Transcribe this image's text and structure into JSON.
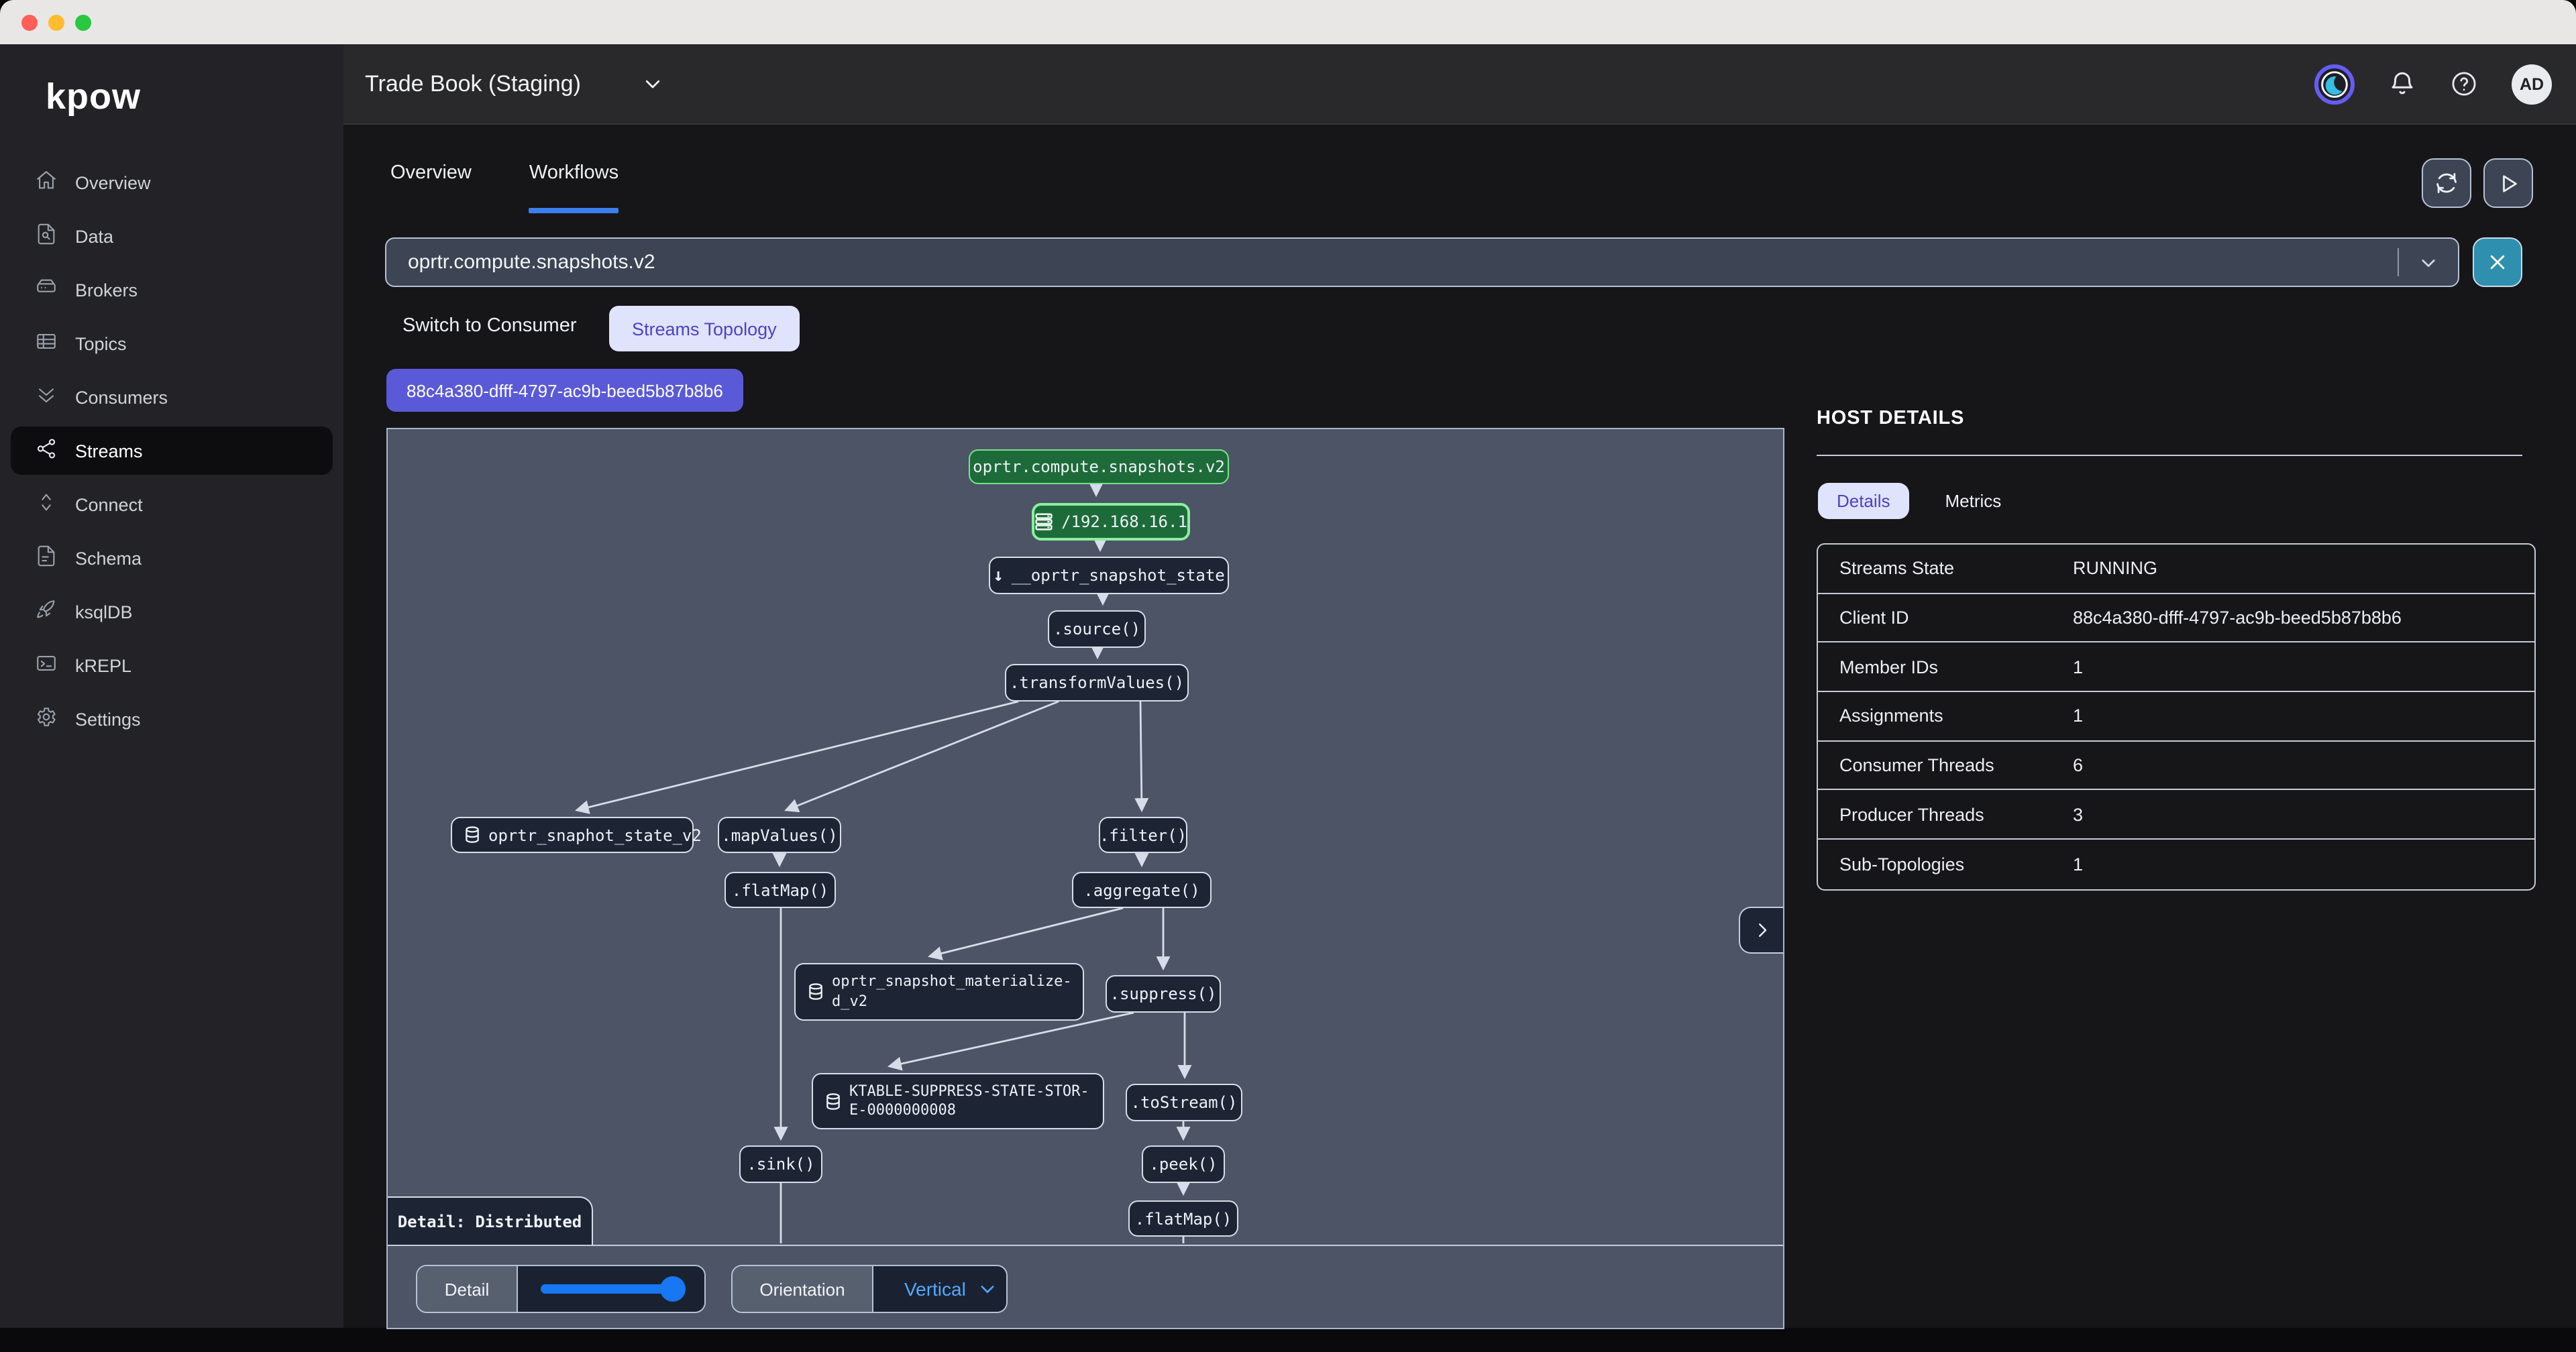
{
  "window": {
    "title_dots": [
      "close",
      "minimize",
      "zoom"
    ]
  },
  "sidebar": {
    "logo": "kpow",
    "items": [
      {
        "label": "Overview",
        "icon": "home-icon"
      },
      {
        "label": "Data",
        "icon": "data-search-icon"
      },
      {
        "label": "Brokers",
        "icon": "brokers-icon"
      },
      {
        "label": "Topics",
        "icon": "topics-icon"
      },
      {
        "label": "Consumers",
        "icon": "consumers-icon"
      },
      {
        "label": "Streams",
        "icon": "streams-icon",
        "selected": true
      },
      {
        "label": "Connect",
        "icon": "connect-icon"
      },
      {
        "label": "Schema",
        "icon": "schema-icon"
      },
      {
        "label": "ksqlDB",
        "icon": "rocket-icon"
      },
      {
        "label": "kREPL",
        "icon": "terminal-icon"
      },
      {
        "label": "Settings",
        "icon": "gear-icon"
      }
    ]
  },
  "header": {
    "environment": "Trade Book (Staging)",
    "avatar_initials": "AD",
    "icons": [
      "moon-icon",
      "bell-icon",
      "help-icon"
    ]
  },
  "tabs": [
    {
      "label": "Overview",
      "active": false
    },
    {
      "label": "Workflows",
      "active": true
    }
  ],
  "toolbar": {
    "stream_select_value": "oprtr.compute.snapshots.v2",
    "switch_to_consumer_label": "Switch to Consumer",
    "streams_topology_label": "Streams Topology",
    "client_badge": "88c4a380-dfff-4797-ac9b-beed5b87b8b6"
  },
  "topology": {
    "detail_overlay": "Detail: Distributed",
    "nodes": {
      "topic_main": {
        "label": "oprtr.compute.snapshots.v2",
        "type": "topic"
      },
      "host": {
        "label": "/192.168.16.1",
        "type": "host",
        "icon": "server-icon"
      },
      "state_topic": {
        "label": "__oprtr_snapshot_state",
        "type": "internal-topic",
        "icon": "arrow-down-icon"
      },
      "source": {
        "label": ".source()",
        "type": "operation"
      },
      "transform_values": {
        "label": ".transformValues()",
        "type": "operation"
      },
      "store_state_v2": {
        "label": "oprtr_snaphot_state_v2",
        "type": "store",
        "icon": "database-icon"
      },
      "map_values": {
        "label": ".mapValues()",
        "type": "operation"
      },
      "filter": {
        "label": ".filter()",
        "type": "operation"
      },
      "flat_map_1": {
        "label": ".flatMap()",
        "type": "operation"
      },
      "aggregate": {
        "label": ".aggregate()",
        "type": "operation"
      },
      "store_materialized": {
        "label": "oprtr_snapshot_materialize-\nd_v2",
        "type": "store",
        "icon": "database-icon"
      },
      "suppress": {
        "label": ".suppress()",
        "type": "operation"
      },
      "ktable_store": {
        "label": "KTABLE-SUPPRESS-STATE-STOR-\nE-0000000008",
        "type": "store",
        "icon": "database-icon"
      },
      "to_stream": {
        "label": ".toStream()",
        "type": "operation"
      },
      "sink": {
        "label": ".sink()",
        "type": "operation"
      },
      "peek": {
        "label": ".peek()",
        "type": "operation"
      },
      "flat_map_2": {
        "label": ".flatMap()",
        "type": "operation"
      }
    },
    "edges": [
      [
        "topic_main",
        "host"
      ],
      [
        "host",
        "state_topic"
      ],
      [
        "state_topic",
        "source"
      ],
      [
        "source",
        "transform_values"
      ],
      [
        "transform_values",
        "store_state_v2"
      ],
      [
        "transform_values",
        "map_values"
      ],
      [
        "transform_values",
        "filter"
      ],
      [
        "map_values",
        "flat_map_1"
      ],
      [
        "filter",
        "aggregate"
      ],
      [
        "aggregate",
        "store_materialized"
      ],
      [
        "aggregate",
        "suppress"
      ],
      [
        "suppress",
        "ktable_store"
      ],
      [
        "suppress",
        "to_stream"
      ],
      [
        "to_stream",
        "peek"
      ],
      [
        "peek",
        "flat_map_2"
      ],
      [
        "flat_map_1",
        "sink"
      ]
    ],
    "controls": {
      "detail_label": "Detail",
      "orientation_label": "Orientation",
      "orientation_value": "Vertical"
    }
  },
  "host_details": {
    "title": "HOST DETAILS",
    "tabs": [
      {
        "label": "Details",
        "active": true
      },
      {
        "label": "Metrics",
        "active": false
      }
    ],
    "rows": [
      {
        "label": "Streams State",
        "value": "RUNNING"
      },
      {
        "label": "Client ID",
        "value": "88c4a380-dfff-4797-ac9b-beed5b87b8b6"
      },
      {
        "label": "Member IDs",
        "value": "1"
      },
      {
        "label": "Assignments",
        "value": "1"
      },
      {
        "label": "Consumer Threads",
        "value": "6"
      },
      {
        "label": "Producer Threads",
        "value": "3"
      },
      {
        "label": "Sub-Topologies",
        "value": "1"
      }
    ]
  },
  "colors": {
    "accent_blue": "#3b7ef0",
    "indigo_badge": "#5a5ad8",
    "lavender_pill": "#e0e3fc",
    "teal_button": "#2e8fae",
    "topology_bg": "#4c5466",
    "node_navy": "#1d2534",
    "node_green": "#1e6b3a",
    "node_green_border": "#79e28c",
    "slider_blue": "#1877f2",
    "orientation_blue": "#53a9ff",
    "moon_cyan": "#35bde2",
    "moon_ring": "#655df0"
  }
}
